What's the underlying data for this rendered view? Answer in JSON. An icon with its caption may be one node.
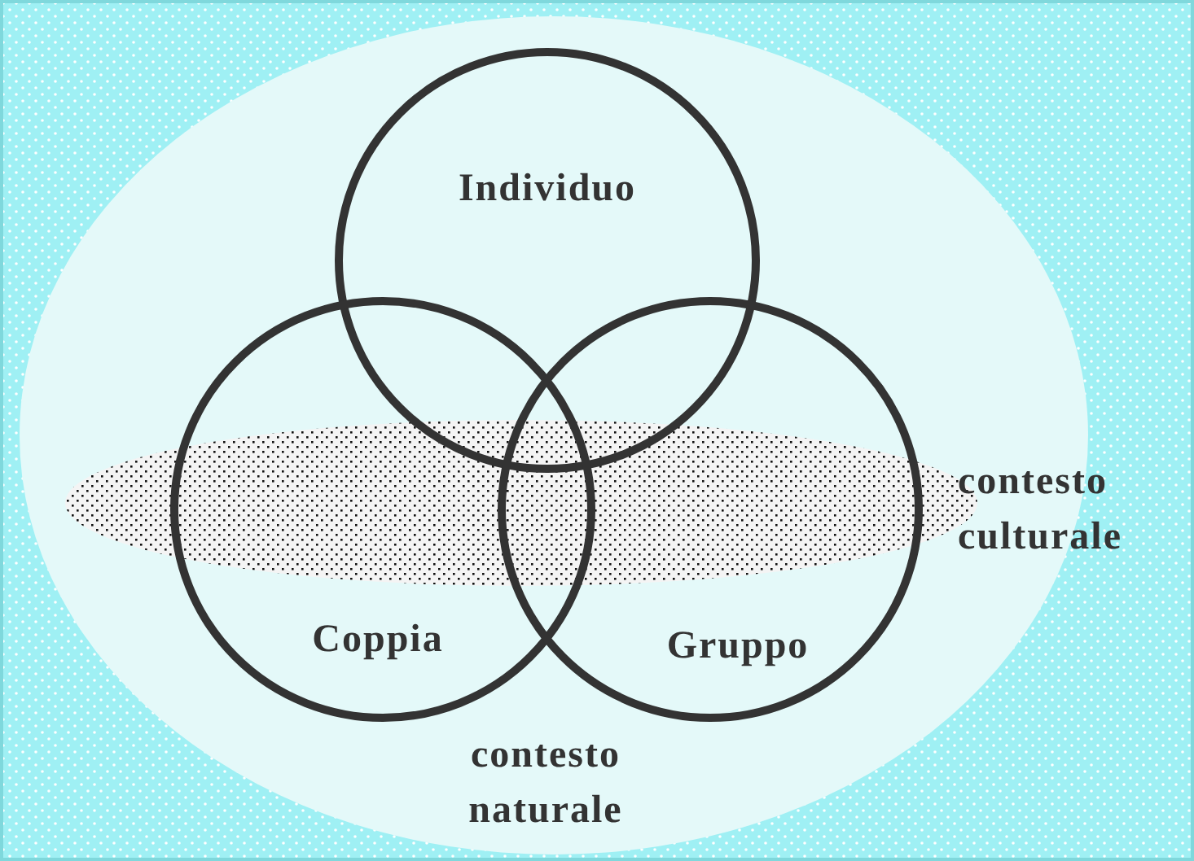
{
  "diagram": {
    "nodes": [
      {
        "text": [
          "contesto naturale"
        ]
      },
      {
        "text": [],
        "shape": "ellipse",
        "beside": [
          "contesto culturale"
        ],
        "in": 0
      },
      {
        "text": [
          "Individuo"
        ],
        "in": 0
      },
      {
        "text": [
          "Coppia"
        ],
        "in": 0
      },
      {
        "text": [
          "Gruppo"
        ],
        "in": 0
      }
    ]
  }
}
